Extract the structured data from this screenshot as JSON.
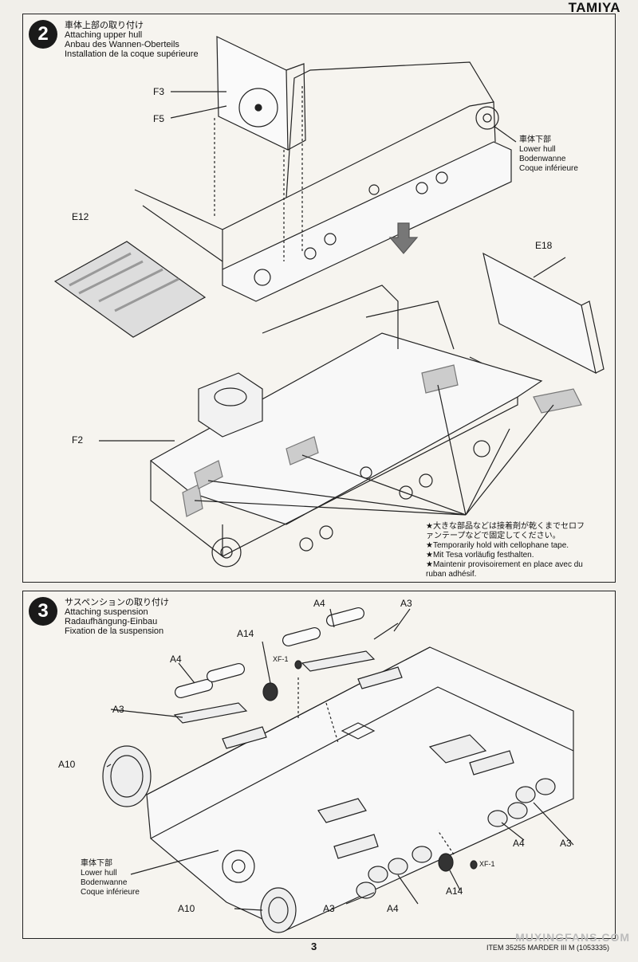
{
  "brand": "TAMIYA",
  "step2": {
    "number": "2",
    "title_jp": "車体上部の取り付け",
    "title_en": "Attaching upper hull",
    "title_de": "Anbau des Wannen-Oberteils",
    "title_fr": "Installation de la coque supérieure",
    "labels": {
      "f3": "F3",
      "f5": "F5",
      "e12": "E12",
      "e18": "E18",
      "f2": "F2"
    },
    "lower_hull": {
      "jp": "車体下部",
      "en": "Lower hull",
      "de": "Bodenwanne",
      "fr": "Coque inférieure"
    },
    "note": {
      "jp1": "★大きな部品などは接着剤が乾くまでセロフ",
      "jp2": "ァンテープなどで固定してください。",
      "en": "★Temporarily hold with cellophane tape.",
      "de": "★Mit Tesa vorläufig festhalten.",
      "fr1": "★Maintenir provisoirement en place avec du",
      "fr2": "ruban adhésif."
    }
  },
  "step3": {
    "number": "3",
    "title_jp": "サスペンションの取り付け",
    "title_en": "Attaching suspension",
    "title_de": "Radaufhängung-Einbau",
    "title_fr": "Fixation de la suspension",
    "labels": {
      "a4_top": "A4",
      "a3_top": "A3",
      "a14_top": "A14",
      "xf1_top": "XF-1",
      "a4_left": "A4",
      "a3_left": "A3",
      "a10_left": "A10",
      "a10_bottom": "A10",
      "a3_bottom": "A3",
      "a4_bottom": "A4",
      "a14_bottom": "A14",
      "xf1_bottom": "XF-1",
      "a4_right": "A4",
      "a3_right": "A3"
    },
    "lower_hull": {
      "jp": "車体下部",
      "en": "Lower hull",
      "de": "Bodenwanne",
      "fr": "Coque inférieure"
    }
  },
  "footer": {
    "page": "3",
    "item": "ITEM 35255  MARDER III M (1053335)",
    "watermark": "MUXINGFANS.COM"
  }
}
